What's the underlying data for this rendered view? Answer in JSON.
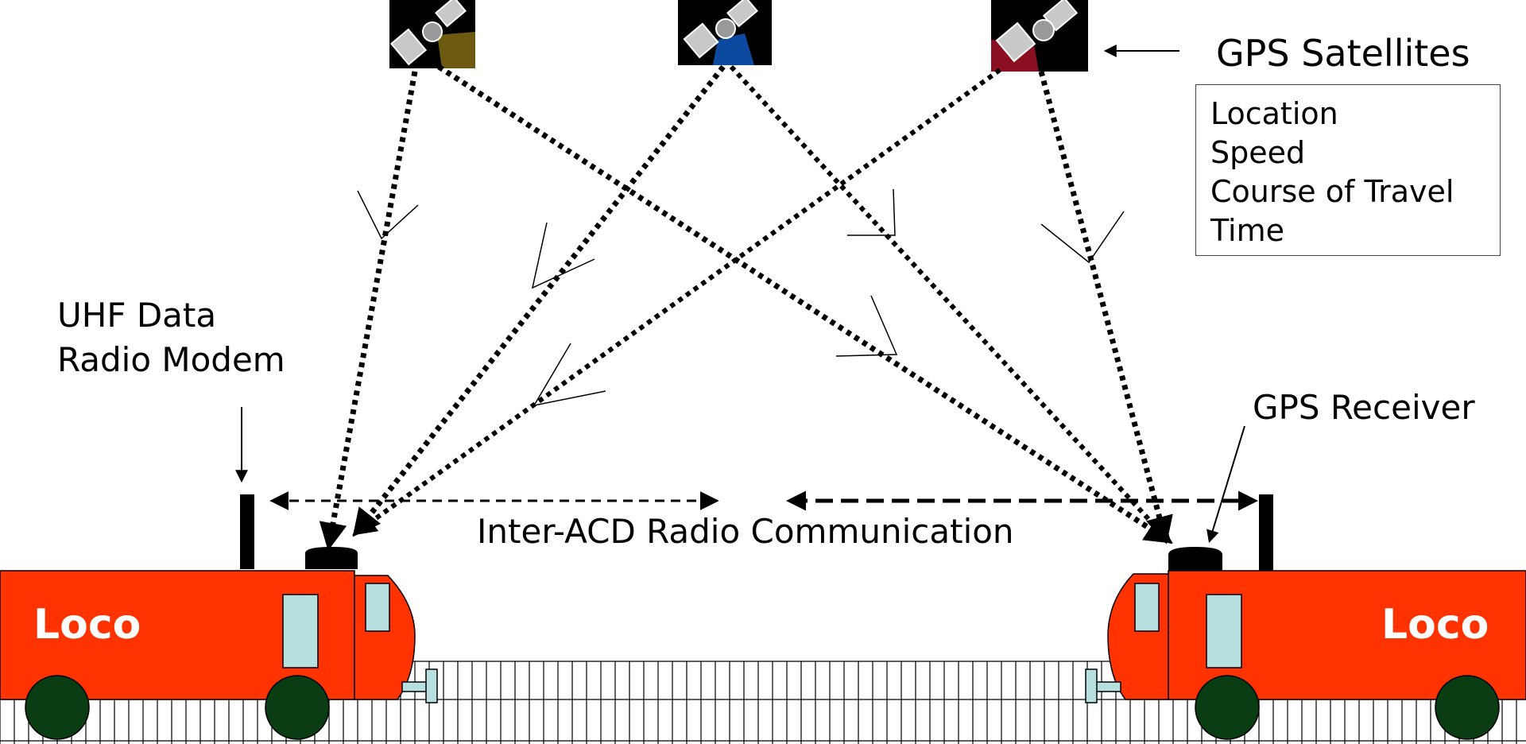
{
  "labels": {
    "gps_satellites": "GPS Satellites",
    "uhf_line1": "UHF Data",
    "uhf_line2": "Radio Modem",
    "gps_receiver": "GPS Receiver",
    "inter_acd": "Inter-ACD Radio Communication",
    "loco_left": "Loco",
    "loco_right": "Loco"
  },
  "info_items": [
    "Location",
    "Speed",
    "Course of Travel",
    "Time"
  ],
  "colors": {
    "loco_body": "#ff3300",
    "window": "#b8dfe0",
    "wheel": "#0a3d12",
    "satellite_tints": [
      "#6b5a10",
      "#0c4aa0",
      "#8a0f20"
    ]
  },
  "icons": [
    "satellite-icon",
    "satellite-icon",
    "satellite-icon"
  ]
}
